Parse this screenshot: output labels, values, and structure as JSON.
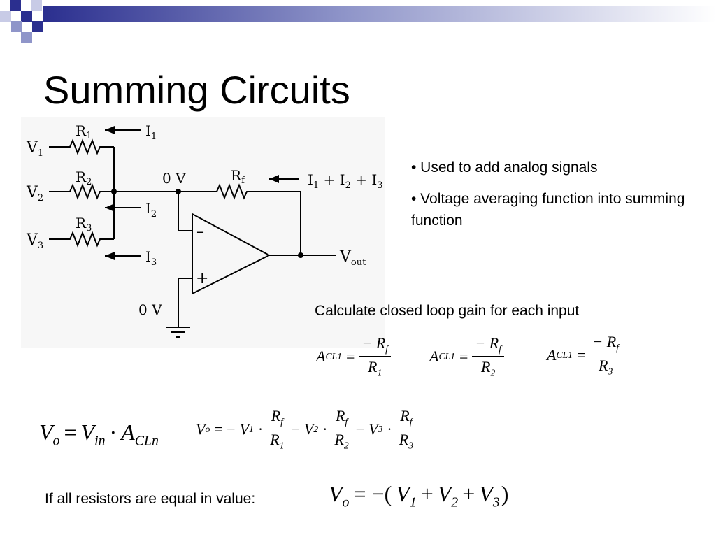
{
  "slide": {
    "title": "Summing Circuits",
    "bullets": [
      "• Used to add analog signals",
      "• Voltage averaging function into summing function"
    ],
    "calc_note": "Calculate closed loop gain for each input",
    "equal_note": "If all resistors are equal in value:"
  },
  "circuit": {
    "inputs": [
      "V",
      "V",
      "V"
    ],
    "input_subs": [
      "1",
      "2",
      "3"
    ],
    "resistors": [
      "R",
      "R",
      "R"
    ],
    "resistor_subs": [
      "1",
      "2",
      "3"
    ],
    "currents": [
      "I",
      "I",
      "I"
    ],
    "current_subs": [
      "1",
      "2",
      "3"
    ],
    "feedback_resistor": "R",
    "feedback_sub": "f",
    "feedback_current": "I",
    "virtual_ground": "0 V",
    "ground_label": "0 V",
    "minus": "–",
    "plus": "+",
    "output": "V",
    "output_sub": "out"
  },
  "equations": {
    "gains": [
      {
        "A": "A",
        "sub": "CL1",
        "num": "− R",
        "num_sub": "f",
        "den": "R",
        "den_sub": "1"
      },
      {
        "A": "A",
        "sub": "CL1",
        "num": "− R",
        "num_sub": "f",
        "den": "R",
        "den_sub": "2"
      },
      {
        "A": "A",
        "sub": "CL1",
        "num": "− R",
        "num_sub": "f",
        "den": "R",
        "den_sub": "3"
      }
    ],
    "general": {
      "v": "V",
      "vsub": "o",
      "vin": "V",
      "vin_sub": "in",
      "a": "A",
      "a_sub": "CLn"
    },
    "sum": {
      "v": "V",
      "vsub": "o",
      "terms": [
        {
          "v": "V",
          "sub": "1",
          "num": "R",
          "num_sub": "f",
          "den": "R",
          "den_sub": "1"
        },
        {
          "v": "V",
          "sub": "2",
          "num": "R",
          "num_sub": "f",
          "den": "R",
          "den_sub": "2"
        },
        {
          "v": "V",
          "sub": "3",
          "num": "R",
          "num_sub": "f",
          "den": "R",
          "den_sub": "3"
        }
      ]
    },
    "equal": {
      "v": "V",
      "vsub": "o",
      "t1": "V",
      "s1": "1",
      "t2": "V",
      "s2": "2",
      "t3": "V",
      "s3": "3"
    }
  },
  "theme": {
    "accent": "#2b2f8f",
    "accent_light": "#8f95c9",
    "accent_pale": "#c8cbe6"
  }
}
